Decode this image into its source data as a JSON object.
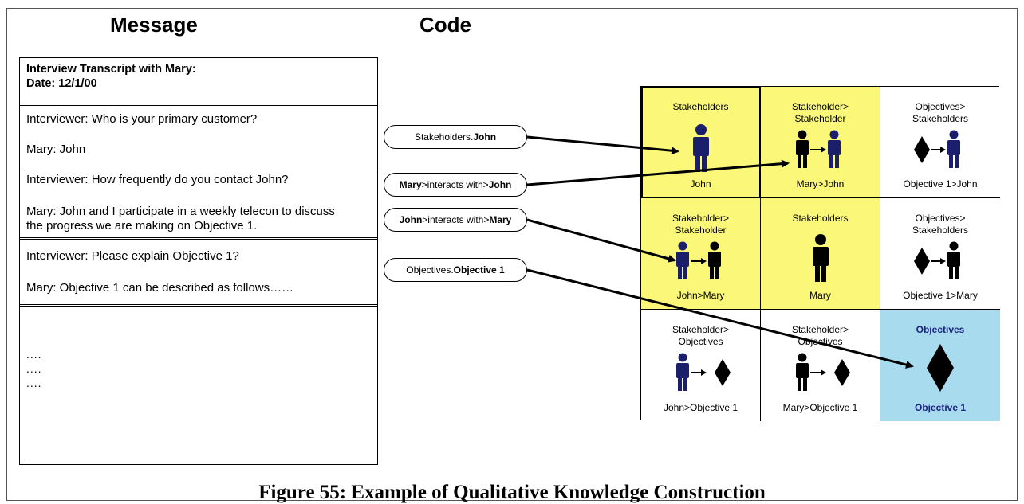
{
  "headings": {
    "message": "Message",
    "code": "Code"
  },
  "transcript": {
    "title": "Interview Transcript with Mary:",
    "date": "Date: 12/1/00",
    "q1": "Interviewer: Who is your primary customer?",
    "a1": "Mary:  John",
    "q2": "Interviewer:  How frequently do you contact John?",
    "a2_line1": "Mary: John and I participate in a weekly telecon to discuss",
    "a2_line2": "the progress we are making on Objective 1.",
    "q3": "Interviewer: Please explain Objective 1?",
    "a3": "Mary:   Objective 1 can be described as follows……",
    "dots": [
      "....",
      "....",
      "...."
    ]
  },
  "codes": [
    {
      "prefix": "Stakeholders.",
      "bold": "John",
      "suffix": ""
    },
    {
      "prefix": "",
      "bold": "Mary",
      "middle": ">interacts with>",
      "bold2": "John"
    },
    {
      "prefix": "",
      "bold": "John",
      "middle": ">interacts with>",
      "bold2": "Mary"
    },
    {
      "prefix": "Objectives.",
      "bold": "Objective 1",
      "suffix": ""
    }
  ],
  "grid": {
    "cells": [
      {
        "title": "Stakeholders",
        "footer": "John",
        "bg": "#fbf879",
        "icon": "stakeholder-blue-icon"
      },
      {
        "title": "Stakeholder>\nStakeholder",
        "footer": "Mary>John",
        "bg": "#fbf879",
        "icon": "stakeholder-black-to-blue-icon"
      },
      {
        "title": "Objectives>\nStakeholders",
        "footer": "Objective 1>John",
        "bg": "#ffffff",
        "icon": "objective-to-blue-stakeholder-icon"
      },
      {
        "title": "Stakeholder>\nStakeholder",
        "footer": "John>Mary",
        "bg": "#fbf879",
        "icon": "stakeholder-blue-to-black-icon"
      },
      {
        "title": "Stakeholders",
        "footer": "Mary",
        "bg": "#fbf879",
        "icon": "stakeholder-black-icon"
      },
      {
        "title": "Objectives>\nStakeholders",
        "footer": "Objective 1>Mary",
        "bg": "#ffffff",
        "icon": "objective-to-black-stakeholder-icon"
      },
      {
        "title": "Stakeholder>\nObjectives",
        "footer": "John>Objective 1",
        "bg": "#ffffff",
        "icon": "blue-stakeholder-to-objective-icon"
      },
      {
        "title": "Stakeholder>\nObjectives",
        "footer": "Mary>Objective 1",
        "bg": "#ffffff",
        "icon": "black-stakeholder-to-objective-icon"
      },
      {
        "title": "Objectives",
        "footer": "Objective 1",
        "bg": "#a8dbee",
        "icon": "objective-diamond-icon"
      }
    ]
  },
  "colors": {
    "yellow": "#fbf879",
    "blue_cell": "#a8dbee",
    "stakeholder_blue": "#1b1f6b",
    "stakeholder_black": "#000000"
  },
  "caption": "Figure 55: Example of Qualitative Knowledge Construction"
}
